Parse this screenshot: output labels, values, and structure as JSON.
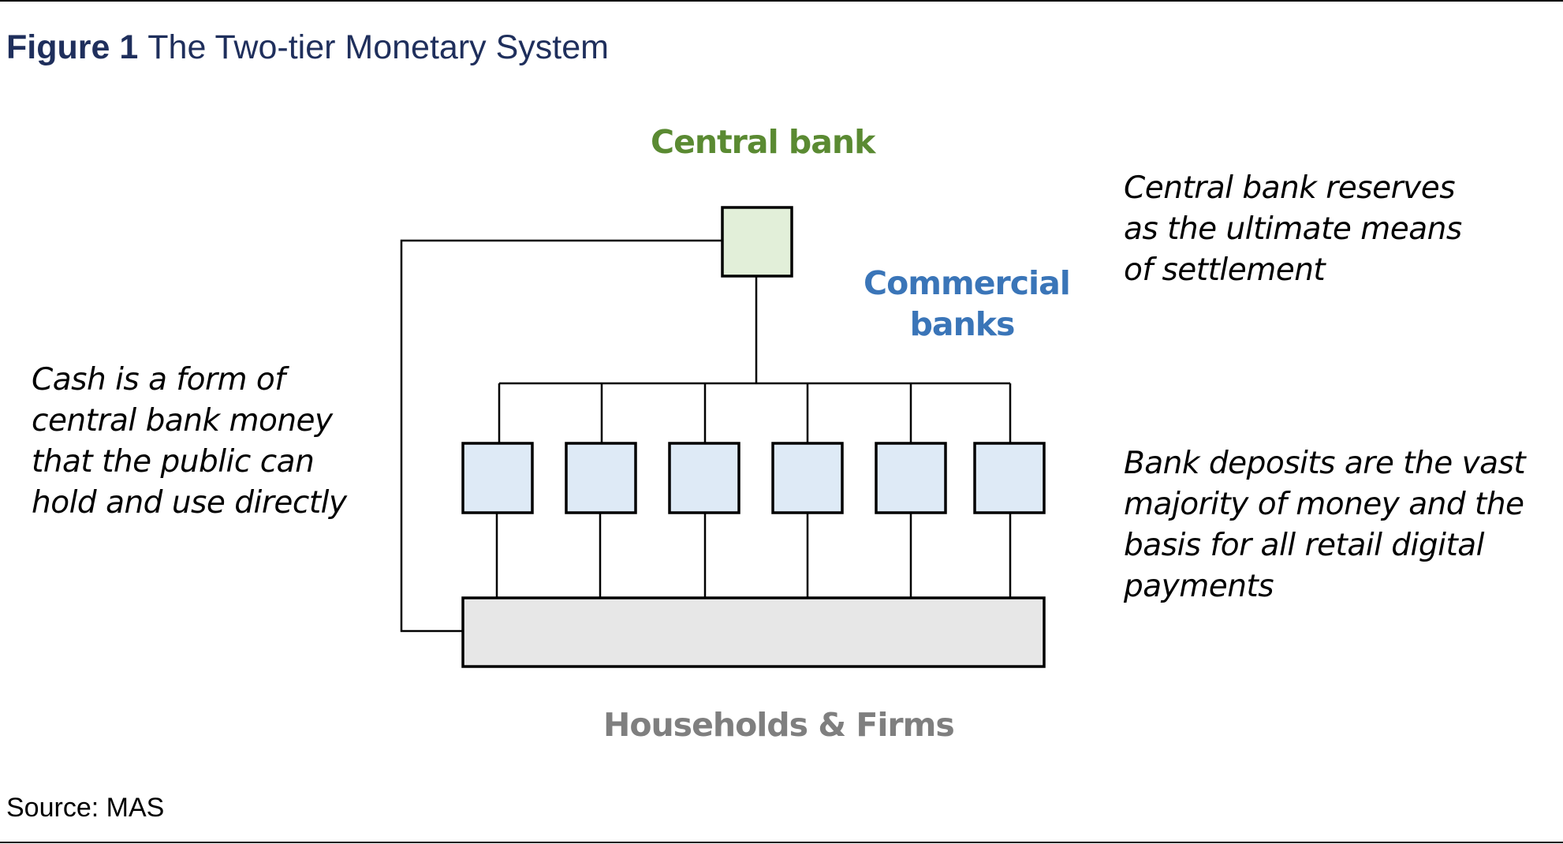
{
  "figure": {
    "number": "Figure 1",
    "title": "The Two-tier Monetary System"
  },
  "diagram": {
    "central_bank": {
      "label": "Central bank",
      "label_color": "#5a8a32",
      "box_fill": "#e2efd9"
    },
    "commercial_banks": {
      "label_line1": "Commercial",
      "label_line2": "banks",
      "label_color": "#3a75b8",
      "box_fill": "#deeaf6",
      "count": 6
    },
    "households_firms": {
      "label": "Households & Firms",
      "label_color": "#7f7f7f",
      "box_fill": "#e7e7e7"
    }
  },
  "notes": {
    "left": {
      "lines": [
        "Cash is a form of",
        "central bank money",
        "that the public can",
        "hold and use directly"
      ]
    },
    "right_top": {
      "lines": [
        "Central bank reserves",
        "as the ultimate means",
        "of settlement"
      ]
    },
    "right_bottom": {
      "lines": [
        "Bank deposits are the vast",
        "majority of money and the",
        "basis for all retail digital",
        "payments"
      ]
    }
  },
  "source": "Source: MAS",
  "colors": {
    "title": "#1f2f5c",
    "line": "#000000"
  }
}
